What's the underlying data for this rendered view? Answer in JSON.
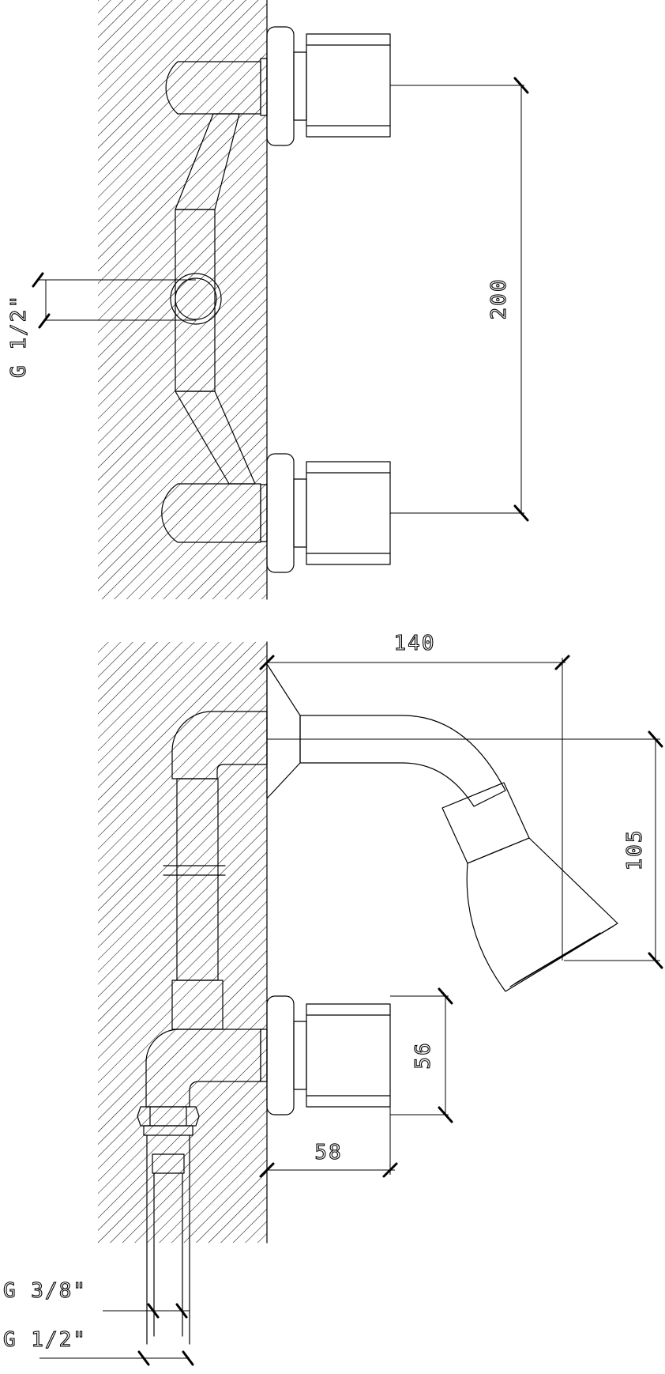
{
  "top_view": {
    "pipe_thread_label": "G 1/2\"",
    "spacing_dimension": "200"
  },
  "side_view": {
    "length_dimension": "140",
    "drop_dimension": "105",
    "handle_height_dimension": "56",
    "handle_depth_dimension": "58",
    "outlet_thread_small": "G 3/8\"",
    "outlet_thread_large": "G 1/2\""
  }
}
